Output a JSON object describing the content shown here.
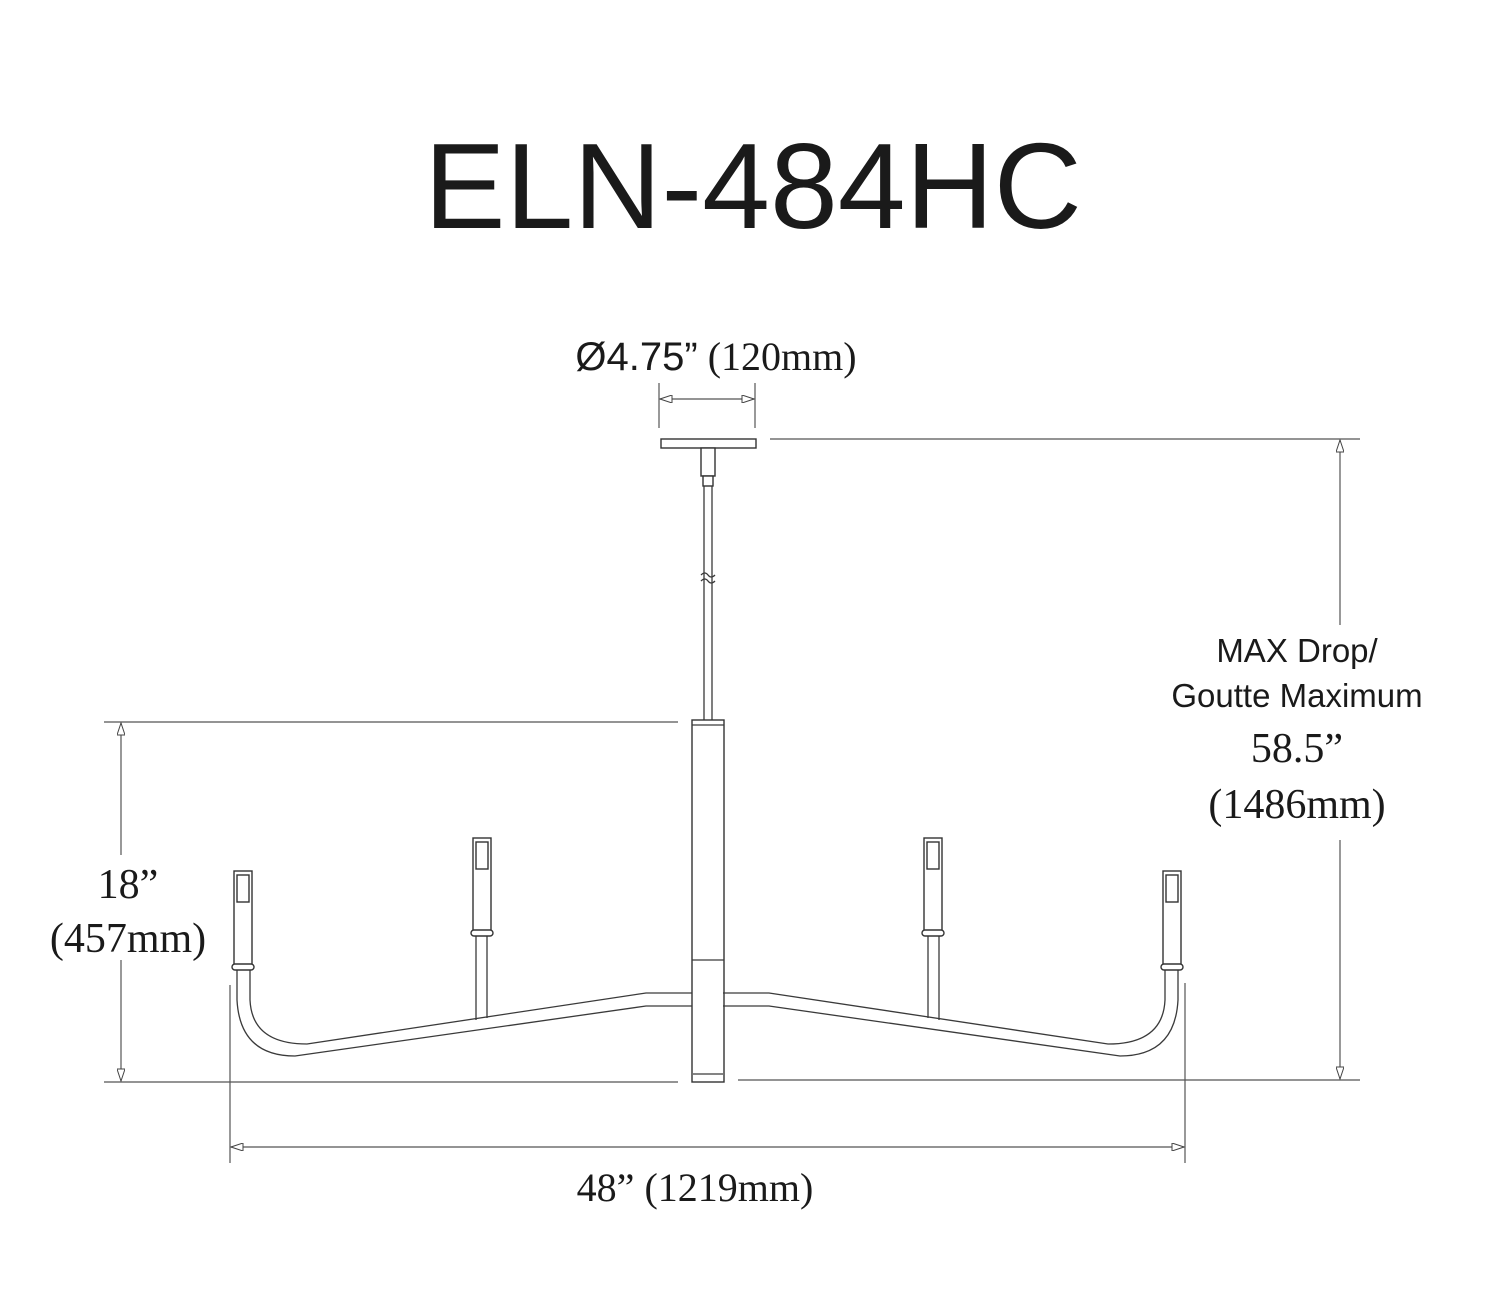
{
  "title": "ELN-484HC",
  "dimensions": {
    "canopy_diameter": {
      "symbol": "Ø4.75”",
      "metric": "(120mm)"
    },
    "body_height": {
      "imperial": "18”",
      "metric": "(457mm)"
    },
    "max_drop": {
      "label_en": "MAX Drop/",
      "label_fr": "Goutte Maximum",
      "imperial": "58.5”",
      "metric": "(1486mm)"
    },
    "width": {
      "imperial": "48”",
      "metric": "(1219mm)"
    }
  },
  "colors": {
    "line": "#333333",
    "text": "#1a1a1a"
  }
}
